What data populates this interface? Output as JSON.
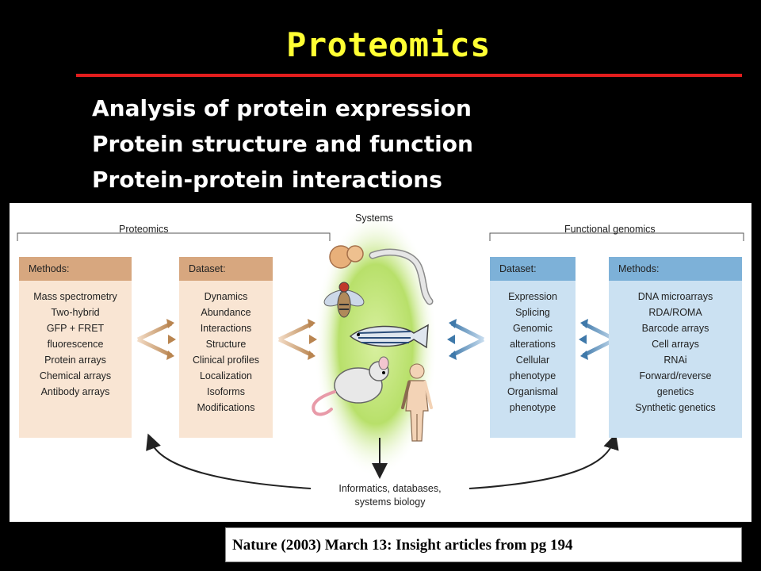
{
  "slide": {
    "title": "Proteomics",
    "bullets": [
      "Analysis of protein expression",
      "Protein structure and function",
      "Protein-protein interactions"
    ],
    "citation": "Nature (2003) March 13: Insight articles from pg 194"
  },
  "figure": {
    "systems_label": "Systems",
    "proteomics_label": "Proteomics",
    "functional_genomics_label": "Functional genomics",
    "bottom_label": [
      "Informatics, databases,",
      "systems biology"
    ],
    "proteomics_methods": {
      "header": "Methods:",
      "items": [
        "Mass spectrometry",
        "Two-hybrid",
        "GFP + FRET",
        "fluorescence",
        "Protein arrays",
        "Chemical arrays",
        "Antibody arrays"
      ]
    },
    "proteomics_dataset": {
      "header": "Dataset:",
      "items": [
        "Dynamics",
        "Abundance",
        "Interactions",
        "Structure",
        "Clinical profiles",
        "Localization",
        "Isoforms",
        "Modifications"
      ]
    },
    "genomics_dataset": {
      "header": "Dataset:",
      "items": [
        "Expression",
        "Splicing",
        "Genomic",
        "alterations",
        "Cellular",
        "phenotype",
        "Organismal",
        "phenotype"
      ]
    },
    "genomics_methods": {
      "header": "Methods:",
      "items": [
        "DNA microarrays",
        "RDA/ROMA",
        "Barcode arrays",
        "Cell arrays",
        "RNAi",
        "Forward/reverse",
        "genetics",
        "Synthetic genetics"
      ]
    },
    "colors": {
      "tan_header": "#d7a77f",
      "tan_body": "#f9e5d3",
      "blue_header": "#7db1d8",
      "blue_body": "#cbe1f2",
      "systems_glow": "#b8e06a",
      "title_yellow": "#ffff33",
      "rule_red": "#e31d1d"
    },
    "icons": [
      "yeast-icon",
      "worm-icon",
      "fly-icon",
      "zebrafish-icon",
      "mouse-icon",
      "human-icon"
    ]
  }
}
